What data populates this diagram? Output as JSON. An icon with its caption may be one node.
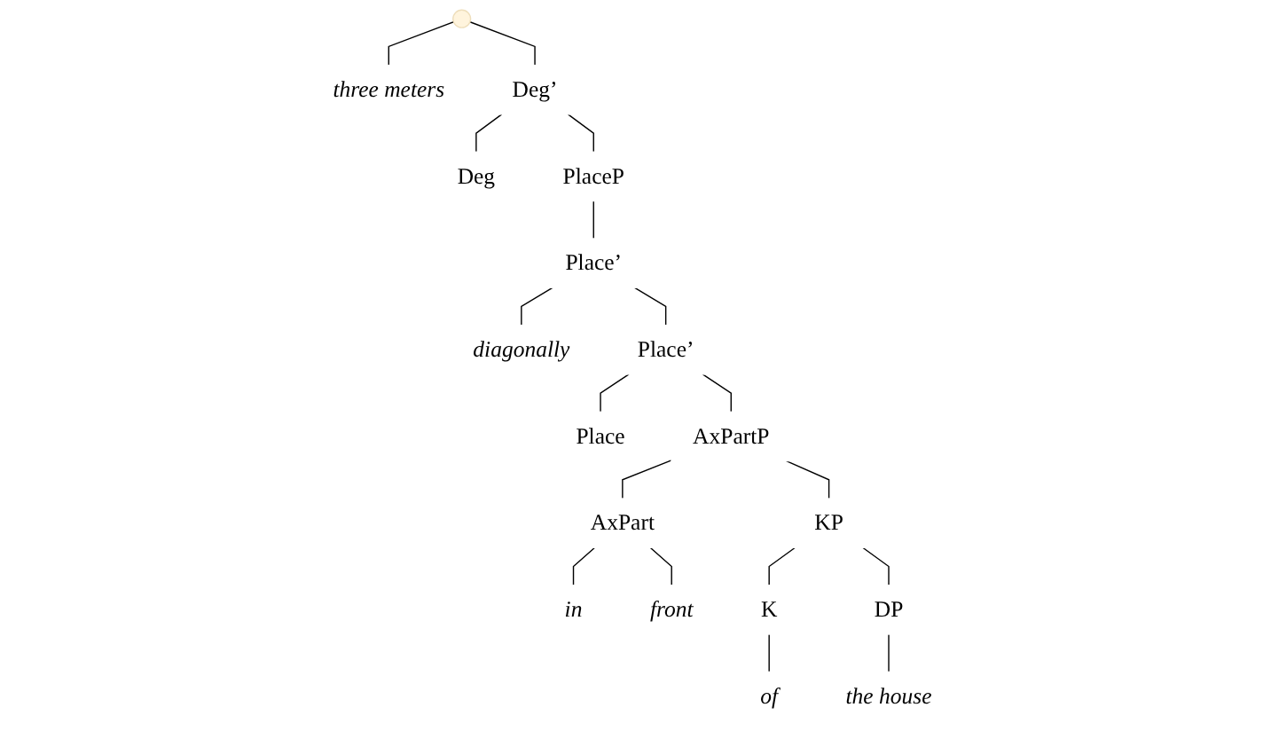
{
  "diagram": {
    "nodes": [
      {
        "text": [
          "three meters"
        ]
      },
      {
        "text": [
          "Deg’"
        ]
      },
      {
        "text": [
          "Deg"
        ]
      },
      {
        "text": [
          "PlaceP"
        ]
      },
      {
        "text": [
          "Place’"
        ]
      },
      {
        "text": [
          "diagonally"
        ]
      },
      {
        "text": [
          "Place’"
        ]
      },
      {
        "text": [
          "Place"
        ]
      },
      {
        "text": [
          "AxPartP"
        ]
      },
      {
        "text": [
          "in"
        ]
      },
      {
        "text": [
          "AxPart"
        ]
      },
      {
        "text": [
          "KP"
        ]
      },
      {
        "text": [
          "front"
        ]
      },
      {
        "text": [
          "K"
        ]
      },
      {
        "text": [
          "DP"
        ]
      },
      {
        "text": [
          "of"
        ]
      },
      {
        "text": [
          "the house"
        ]
      }
    ],
    "edges": [
      {
        "from": null,
        "to": 0,
        "arrow": "none"
      },
      {
        "from": null,
        "to": 1,
        "arrow": "none"
      },
      {
        "from": 1,
        "to": 2,
        "arrow": "none"
      },
      {
        "from": 1,
        "to": 3,
        "arrow": "none"
      },
      {
        "from": 3,
        "to": 4,
        "arrow": "none"
      },
      {
        "from": 4,
        "to": 5,
        "arrow": "none"
      },
      {
        "from": 4,
        "to": 6,
        "arrow": "none"
      },
      {
        "from": 6,
        "to": 7,
        "arrow": "none"
      },
      {
        "from": 6,
        "to": 8,
        "arrow": "none"
      },
      {
        "from": 8,
        "to": 10,
        "arrow": "none"
      },
      {
        "from": 8,
        "to": 11,
        "arrow": "none"
      },
      {
        "from": 10,
        "to": 9,
        "arrow": "none"
      },
      {
        "from": 10,
        "to": 12,
        "arrow": "none"
      },
      {
        "from": 11,
        "to": 13,
        "arrow": "none"
      },
      {
        "from": 11,
        "to": 14,
        "arrow": "none"
      },
      {
        "from": 13,
        "to": 15,
        "arrow": "none"
      },
      {
        "from": 14,
        "to": 16,
        "arrow": "none"
      }
    ]
  }
}
